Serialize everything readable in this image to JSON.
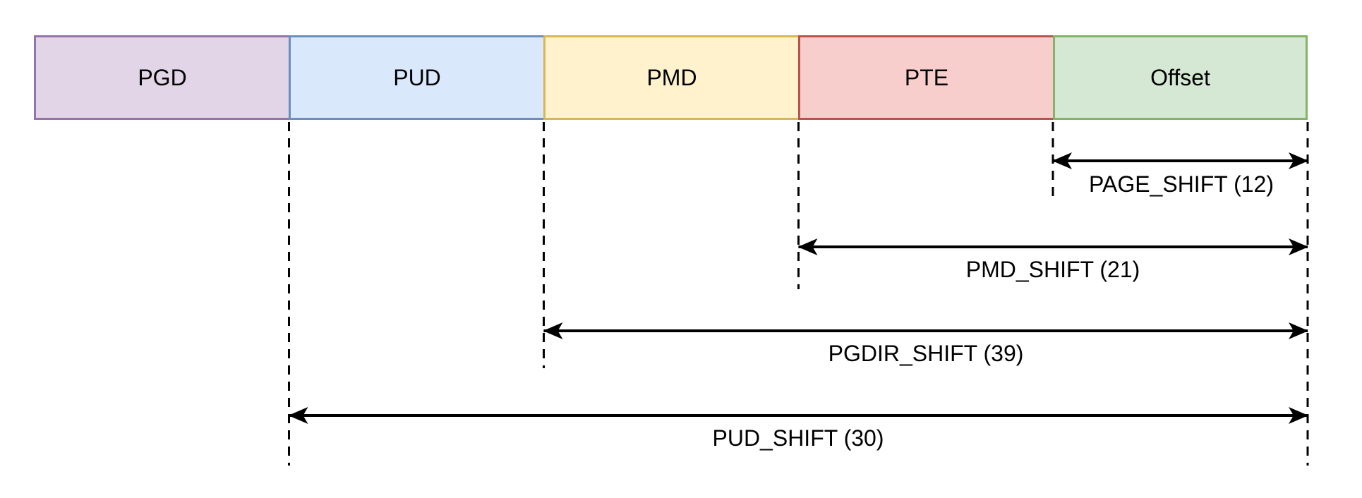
{
  "diagram": {
    "description": "Page table virtual address layout with shift spans",
    "background": "#FFFFFF",
    "annotation_color": "#000000"
  },
  "boxes": [
    {
      "label": "PGD",
      "fill": "#E1D5E7",
      "stroke": "#9673A6"
    },
    {
      "label": "PUD",
      "fill": "#DAE8FC",
      "stroke": "#6C8EBF"
    },
    {
      "label": "PMD",
      "fill": "#FFF2CC",
      "stroke": "#D6B656"
    },
    {
      "label": "PTE",
      "fill": "#F8CECC",
      "stroke": "#B85450"
    },
    {
      "label": "Offset",
      "fill": "#D5E8D4",
      "stroke": "#82B366"
    }
  ],
  "shifts": [
    {
      "name": "PAGE_SHIFT",
      "value": 12,
      "label": "PAGE_SHIFT (12)",
      "starts_at_left_edge_of": "Offset"
    },
    {
      "name": "PMD_SHIFT",
      "value": 21,
      "label": "PMD_SHIFT (21)",
      "starts_at_left_edge_of": "PTE"
    },
    {
      "name": "PGDIR_SHIFT",
      "value": 39,
      "label": "PGDIR_SHIFT (39)",
      "starts_at_left_edge_of": "PMD"
    },
    {
      "name": "PUD_SHIFT",
      "value": 30,
      "label": "PUD_SHIFT (30)",
      "starts_at_left_edge_of": "PUD"
    }
  ]
}
